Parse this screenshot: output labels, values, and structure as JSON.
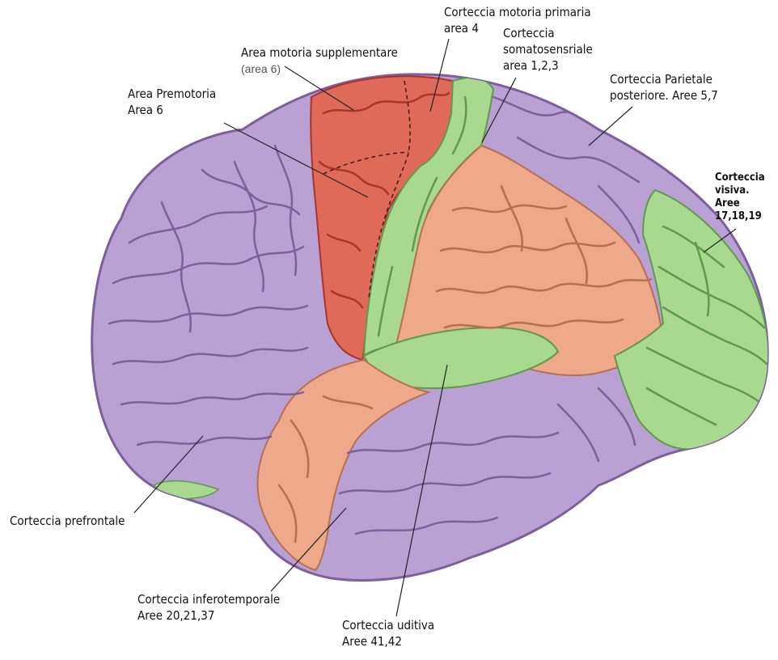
{
  "labels": {
    "primary_motor": {
      "line1": "Corteccia motoria primaria",
      "line2": "area 4"
    },
    "supplementary_motor": {
      "line1": "Area motoria supplementare",
      "line2": "(area 6)"
    },
    "somatosensory": {
      "line1": "Corteccia",
      "line2": "somatosensriale",
      "line3": "area 1,2,3"
    },
    "parietal_posterior": {
      "line1": "Corteccia Parietale",
      "line2": "posteriore. Aree 5,7"
    },
    "premotor": {
      "line1": "Area Premotoria",
      "line2": "Area 6"
    },
    "visual": {
      "line1": "Corteccia",
      "line2": "visiva.",
      "line3": "Aree",
      "line4": "17,18,19"
    },
    "prefrontal": {
      "line1": "Corteccia prefrontale"
    },
    "inferotemporal": {
      "line1": "Corteccia inferotemporale",
      "line2": "Aree 20,21,37"
    },
    "auditory": {
      "line1": "Corteccia uditiva",
      "line2": "Aree 41,42"
    }
  },
  "colors": {
    "purple": "#b9a1d3",
    "purple_dark": "#7e5f9e",
    "red": "#e06a5a",
    "red_dark": "#a8352b",
    "green": "#a9d98e",
    "green_dark": "#5f9a4c",
    "salmon": "#eda98a",
    "salmon_dark": "#b86e51",
    "line": "#222222"
  }
}
